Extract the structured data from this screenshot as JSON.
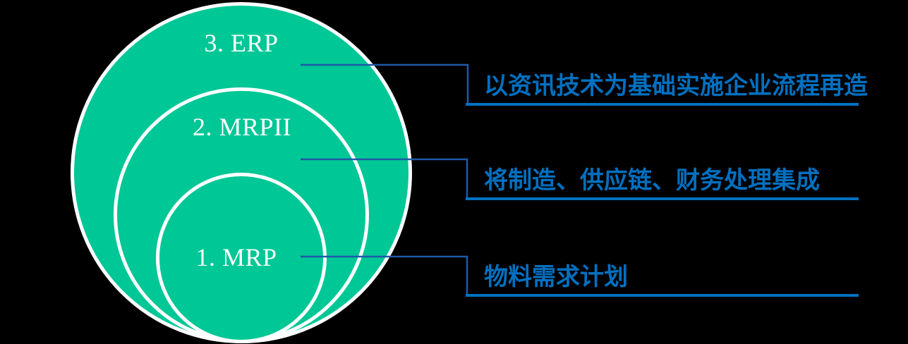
{
  "canvas": {
    "background": "#000000"
  },
  "colors": {
    "fill": "#00C796",
    "stroke": "#FFFFFF",
    "ring_label": "#FFFFFF",
    "callout_text": "#0070C0",
    "leader_line": "#1E5AA5",
    "underline": "#0070C0"
  },
  "rings": [
    {
      "label": "3. ERP",
      "description": "以资讯技术为基础实施企业流程再造"
    },
    {
      "label": "2. MRPII",
      "description": "将制造、供应链、财务处理集成"
    },
    {
      "label": "1. MRP",
      "description": "物料需求计划"
    }
  ]
}
